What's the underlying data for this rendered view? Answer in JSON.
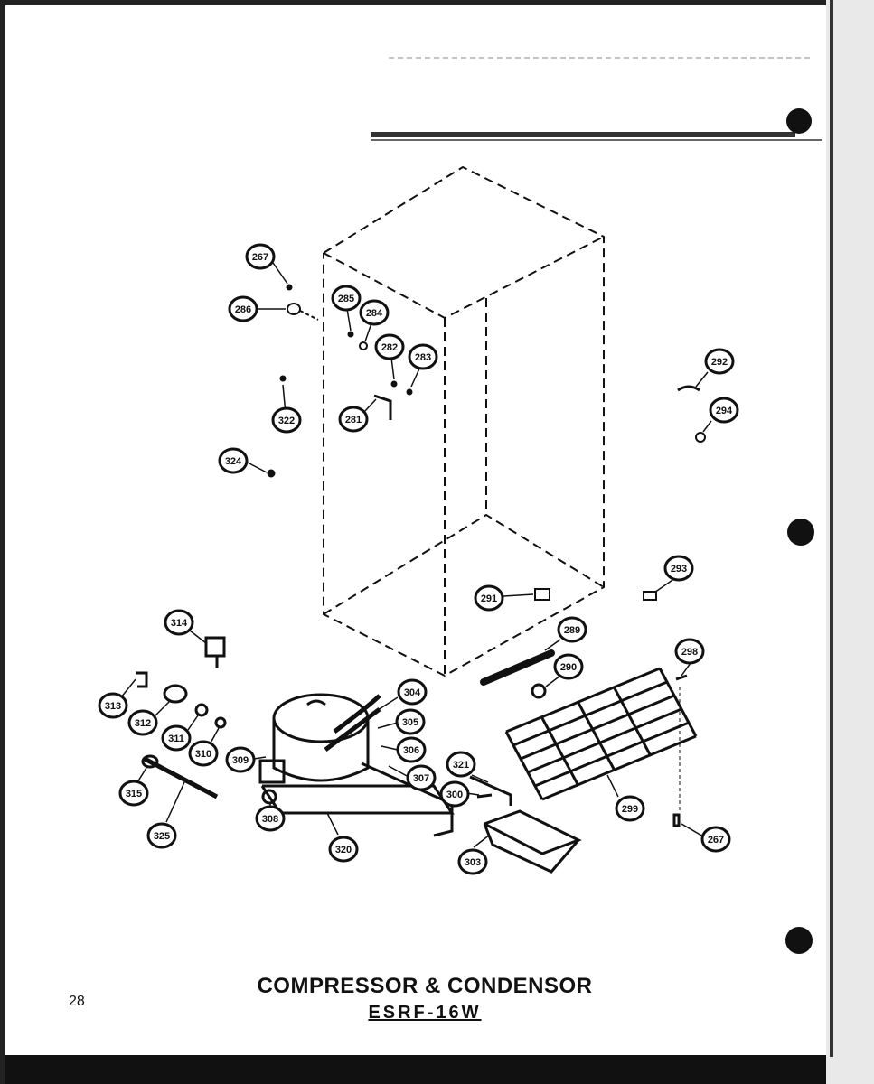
{
  "page": {
    "title": "COMPRESSOR & CONDENSOR",
    "model": "ESRF-16W",
    "page_number": "28"
  },
  "parts": [
    {
      "id": "p267a",
      "number": "267"
    },
    {
      "id": "p286",
      "number": "286"
    },
    {
      "id": "p285",
      "number": "285"
    },
    {
      "id": "p284",
      "number": "284"
    },
    {
      "id": "p282",
      "number": "282"
    },
    {
      "id": "p283",
      "number": "283"
    },
    {
      "id": "p281",
      "number": "281"
    },
    {
      "id": "p322",
      "number": "322"
    },
    {
      "id": "p324",
      "number": "324"
    },
    {
      "id": "p292",
      "number": "292"
    },
    {
      "id": "p294",
      "number": "294"
    },
    {
      "id": "p293",
      "number": "293"
    },
    {
      "id": "p291",
      "number": "291"
    },
    {
      "id": "p289",
      "number": "289"
    },
    {
      "id": "p290",
      "number": "290"
    },
    {
      "id": "p298",
      "number": "298"
    },
    {
      "id": "p299",
      "number": "299"
    },
    {
      "id": "p267b",
      "number": "267"
    },
    {
      "id": "p314",
      "number": "314"
    },
    {
      "id": "p313",
      "number": "313"
    },
    {
      "id": "p312",
      "number": "312"
    },
    {
      "id": "p311",
      "number": "311"
    },
    {
      "id": "p310",
      "number": "310"
    },
    {
      "id": "p309",
      "number": "309"
    },
    {
      "id": "p304",
      "number": "304"
    },
    {
      "id": "p305",
      "number": "305"
    },
    {
      "id": "p306",
      "number": "306"
    },
    {
      "id": "p307",
      "number": "307"
    },
    {
      "id": "p308",
      "number": "308"
    },
    {
      "id": "p320",
      "number": "320"
    },
    {
      "id": "p315",
      "number": "315"
    },
    {
      "id": "p325",
      "number": "325"
    },
    {
      "id": "p321",
      "number": "321"
    },
    {
      "id": "p300",
      "number": "300"
    },
    {
      "id": "p303",
      "number": "303"
    }
  ]
}
